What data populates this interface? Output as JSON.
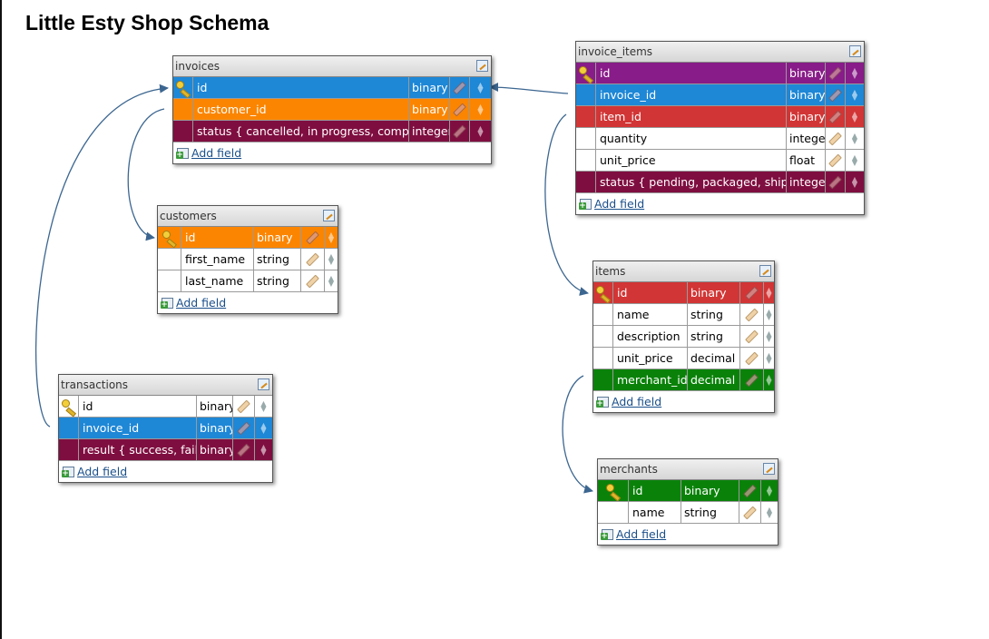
{
  "title": "Little Esty Shop Schema",
  "add_field_label": "Add field",
  "icons": {
    "primary_key": "key-icon",
    "edit_table": "edit-table-icon",
    "edit_field": "pencil-icon",
    "reorder": "sort-arrows-icon",
    "add_field": "add-field-icon",
    "relation": "arrow-connector"
  },
  "colors": {
    "blue": "#1e87d6",
    "orange": "#fb8500",
    "maroon": "#7f0e40",
    "purple": "#881c88",
    "red": "#d23535",
    "green": "#0a820a",
    "white": "#ffffff",
    "connector": "#3c6690"
  },
  "tables": [
    {
      "id": "invoices",
      "name": "invoices",
      "fields": [
        {
          "name": "id",
          "type": "binary",
          "key": true,
          "color": "blue"
        },
        {
          "name": "customer_id",
          "type": "binary",
          "key": false,
          "color": "orange"
        },
        {
          "name": "status { cancelled, in progress, completed }",
          "type": "integer",
          "key": false,
          "color": "maroon"
        }
      ]
    },
    {
      "id": "invoice_items",
      "name": "invoice_items",
      "fields": [
        {
          "name": "id",
          "type": "binary",
          "key": true,
          "color": "purple"
        },
        {
          "name": "invoice_id",
          "type": "binary",
          "key": false,
          "color": "blue"
        },
        {
          "name": "item_id",
          "type": "binary",
          "key": false,
          "color": "red"
        },
        {
          "name": "quantity",
          "type": "integer",
          "key": false,
          "color": "white"
        },
        {
          "name": "unit_price",
          "type": "float",
          "key": false,
          "color": "white"
        },
        {
          "name": "status { pending, packaged, shipped }",
          "type": "integer",
          "key": false,
          "color": "maroon"
        }
      ]
    },
    {
      "id": "customers",
      "name": "customers",
      "fields": [
        {
          "name": "id",
          "type": "binary",
          "key": true,
          "color": "orange"
        },
        {
          "name": "first_name",
          "type": "string",
          "key": false,
          "color": "white"
        },
        {
          "name": "last_name",
          "type": "string",
          "key": false,
          "color": "white"
        }
      ]
    },
    {
      "id": "items",
      "name": "items",
      "fields": [
        {
          "name": "id",
          "type": "binary",
          "key": true,
          "color": "red"
        },
        {
          "name": "name",
          "type": "string",
          "key": false,
          "color": "white"
        },
        {
          "name": "description",
          "type": "string",
          "key": false,
          "color": "white"
        },
        {
          "name": "unit_price",
          "type": "decimal",
          "key": false,
          "color": "white"
        },
        {
          "name": "merchant_id",
          "type": "decimal",
          "key": false,
          "color": "green"
        }
      ]
    },
    {
      "id": "transactions",
      "name": "transactions",
      "fields": [
        {
          "name": "id",
          "type": "binary",
          "key": true,
          "color": "white"
        },
        {
          "name": "invoice_id",
          "type": "binary",
          "key": false,
          "color": "blue"
        },
        {
          "name": "result { success, failed }",
          "type": "binary",
          "key": false,
          "color": "maroon"
        }
      ]
    },
    {
      "id": "merchants",
      "name": "merchants",
      "fields": [
        {
          "name": "id",
          "type": "binary",
          "key": true,
          "color": "green"
        },
        {
          "name": "name",
          "type": "string",
          "key": false,
          "color": "white"
        }
      ]
    }
  ]
}
